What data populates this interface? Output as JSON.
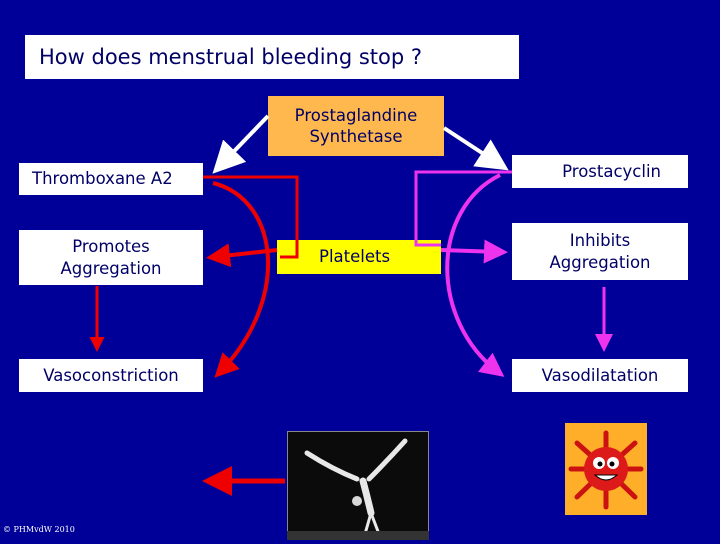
{
  "title": "How does menstrual bleeding stop ?",
  "nodes": {
    "prostaglandine_line1": "Prostaglandine",
    "prostaglandine_line2": "Synthetase",
    "thromboxane": "Thromboxane A2",
    "prostacyclin": "Prostacyclin",
    "promotes_line1": "Promotes",
    "promotes_line2": "Aggregation",
    "platelets": "Platelets",
    "inhibits_line1": "Inhibits",
    "inhibits_line2": "Aggregation",
    "vasoconstriction": "Vasoconstriction",
    "vasodilatation": "Vasodilatation"
  },
  "copyright": "© PHMvdW 2010",
  "colors": {
    "background": "#000099",
    "red_pathway": "#ee0000",
    "magenta_pathway": "#ee33ee",
    "arrow_white": "#ffffff"
  },
  "images": [
    "gymnast-photo",
    "virus-cartoon"
  ]
}
